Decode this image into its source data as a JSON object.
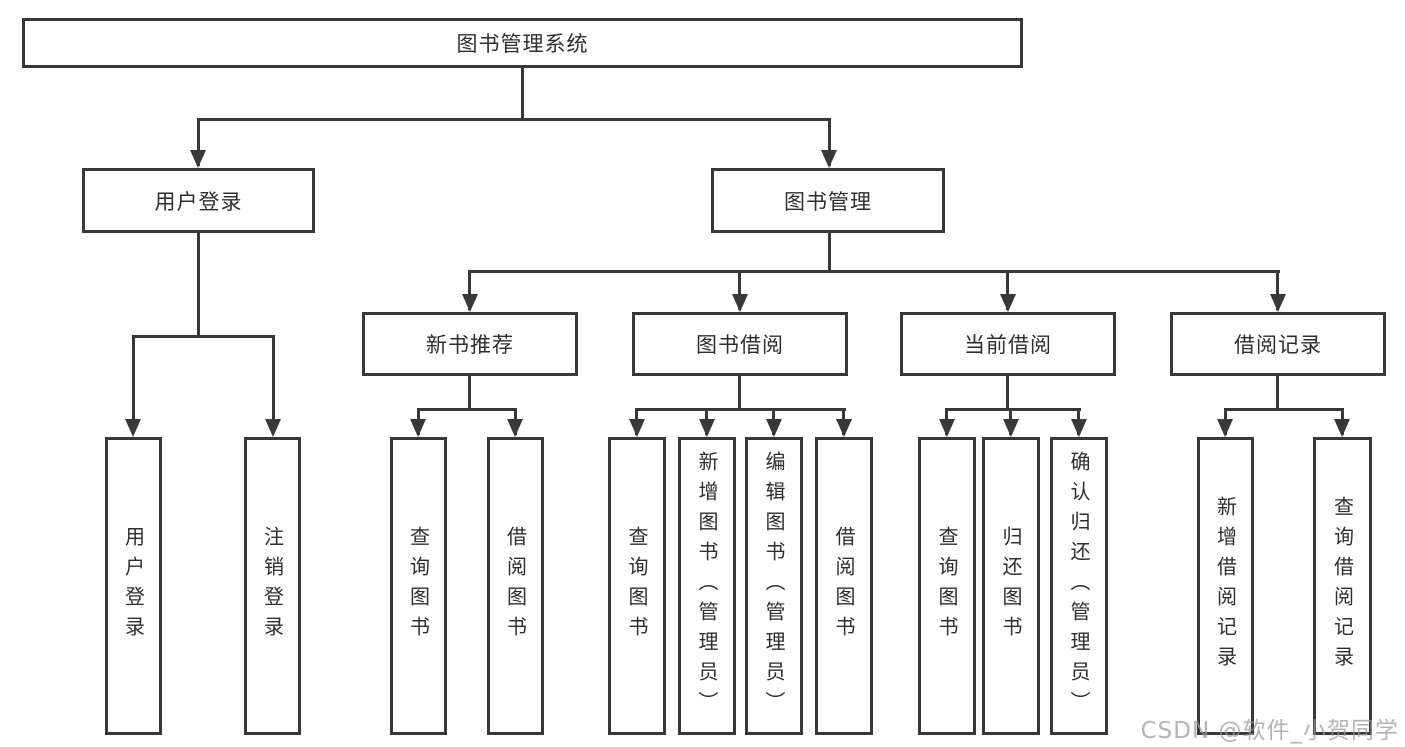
{
  "tree": {
    "root": {
      "label": "图书管理系统",
      "children": [
        {
          "label": "用户登录",
          "children": [
            {
              "label": "用户登录"
            },
            {
              "label": "注销登录"
            }
          ]
        },
        {
          "label": "图书管理",
          "children": [
            {
              "label": "新书推荐",
              "children": [
                {
                  "label": "查询图书"
                },
                {
                  "label": "借阅图书"
                }
              ]
            },
            {
              "label": "图书借阅",
              "children": [
                {
                  "label": "查询图书"
                },
                {
                  "label": "新增图书（管理员）"
                },
                {
                  "label": "编辑图书（管理员）"
                },
                {
                  "label": "借阅图书"
                }
              ]
            },
            {
              "label": "当前借阅",
              "children": [
                {
                  "label": "查询图书"
                },
                {
                  "label": "归还图书"
                },
                {
                  "label": "确认归还（管理员）"
                }
              ]
            },
            {
              "label": "借阅记录",
              "children": [
                {
                  "label": "新增借阅记录"
                },
                {
                  "label": "查询借阅记录"
                }
              ]
            }
          ]
        }
      ]
    }
  },
  "watermark": "CSDN @软件_小贺同学",
  "colors": {
    "line": "#383838",
    "text": "#2e2e2e",
    "watermark": "#9b9b9b",
    "background": "#ffffff"
  }
}
